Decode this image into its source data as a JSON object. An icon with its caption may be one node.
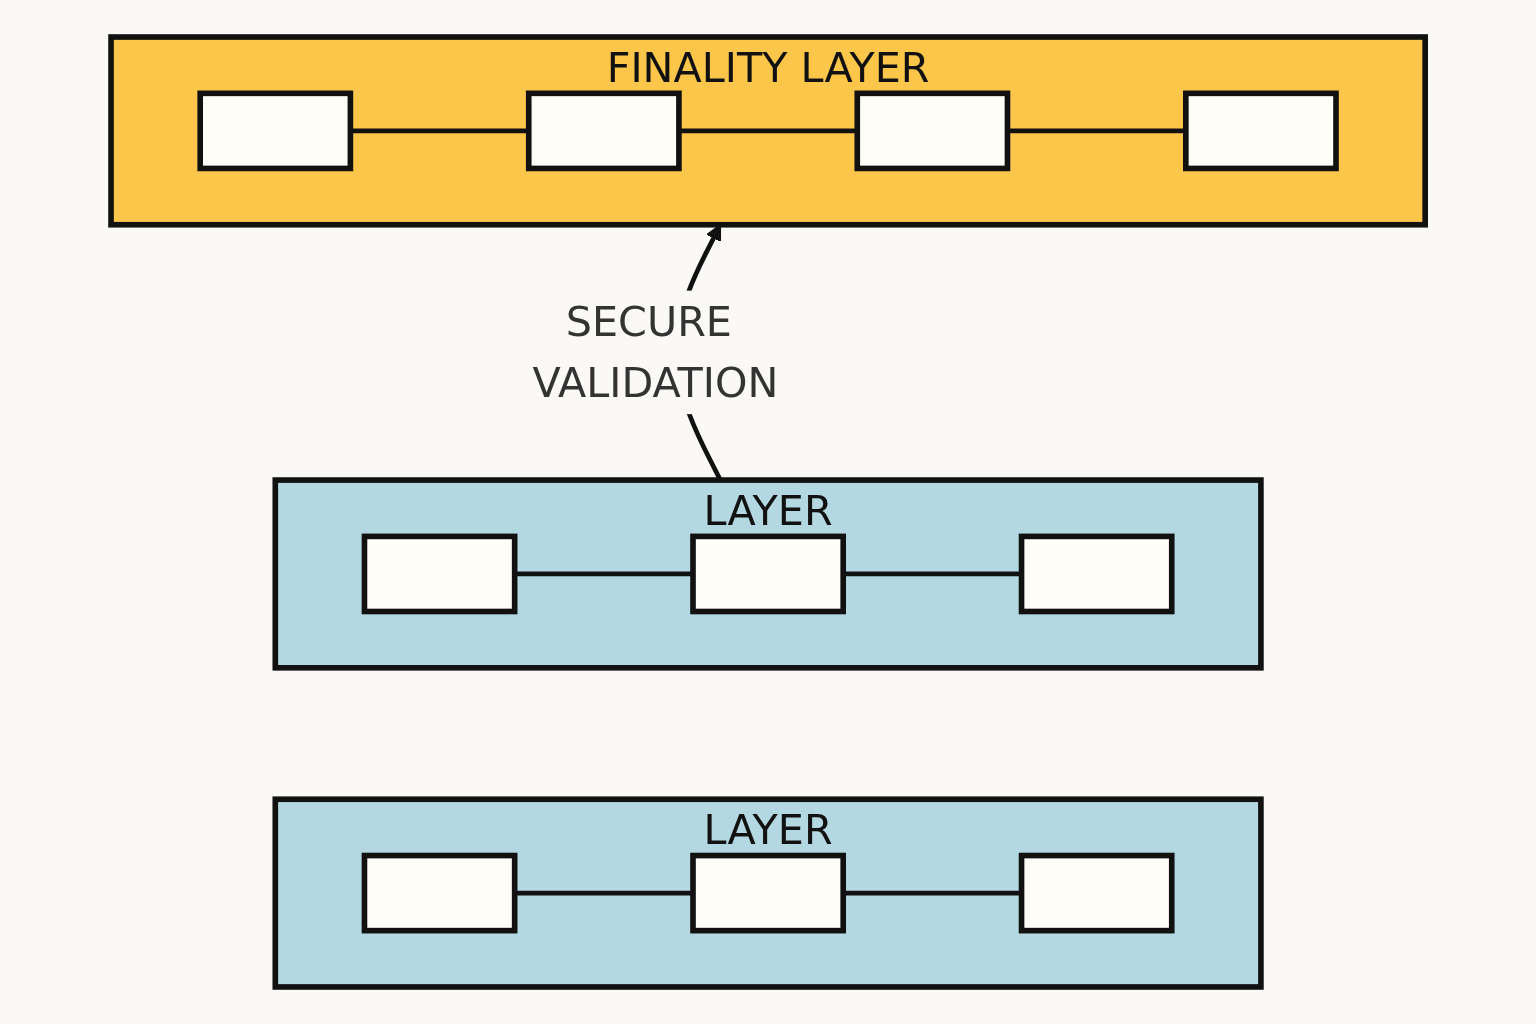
{
  "diagram": {
    "nodes": [
      {
        "text": [
          "FINALITY LAYER"
        ]
      },
      {
        "text": [],
        "shape": "box",
        "in": 0
      },
      {
        "text": [],
        "shape": "box",
        "in": 0
      },
      {
        "text": [],
        "shape": "box",
        "in": 0
      },
      {
        "text": [],
        "shape": "box",
        "in": 0
      },
      {
        "text": [
          "LAYER"
        ]
      },
      {
        "text": [],
        "shape": "box",
        "in": 5
      },
      {
        "text": [],
        "shape": "box",
        "in": 5
      },
      {
        "text": [],
        "shape": "box",
        "in": 5
      },
      {
        "text": [
          "LAYER"
        ]
      },
      {
        "text": [],
        "shape": "box",
        "in": 9
      },
      {
        "text": [],
        "shape": "box",
        "in": 9
      },
      {
        "text": [],
        "shape": "box",
        "in": 9
      }
    ],
    "edges": [
      {
        "from": 1,
        "to": 2,
        "arrow": "none"
      },
      {
        "from": 2,
        "to": 3,
        "arrow": "none"
      },
      {
        "from": 3,
        "to": 4,
        "arrow": "none"
      },
      {
        "from": 6,
        "to": 7,
        "arrow": "none"
      },
      {
        "from": 7,
        "to": 8,
        "arrow": "none"
      },
      {
        "from": 10,
        "to": 11,
        "arrow": "none"
      },
      {
        "from": 11,
        "to": 12,
        "arrow": "none"
      },
      {
        "from": 5,
        "to": 0,
        "arrow": "to",
        "label": "SECURE VALIDATION"
      }
    ]
  }
}
